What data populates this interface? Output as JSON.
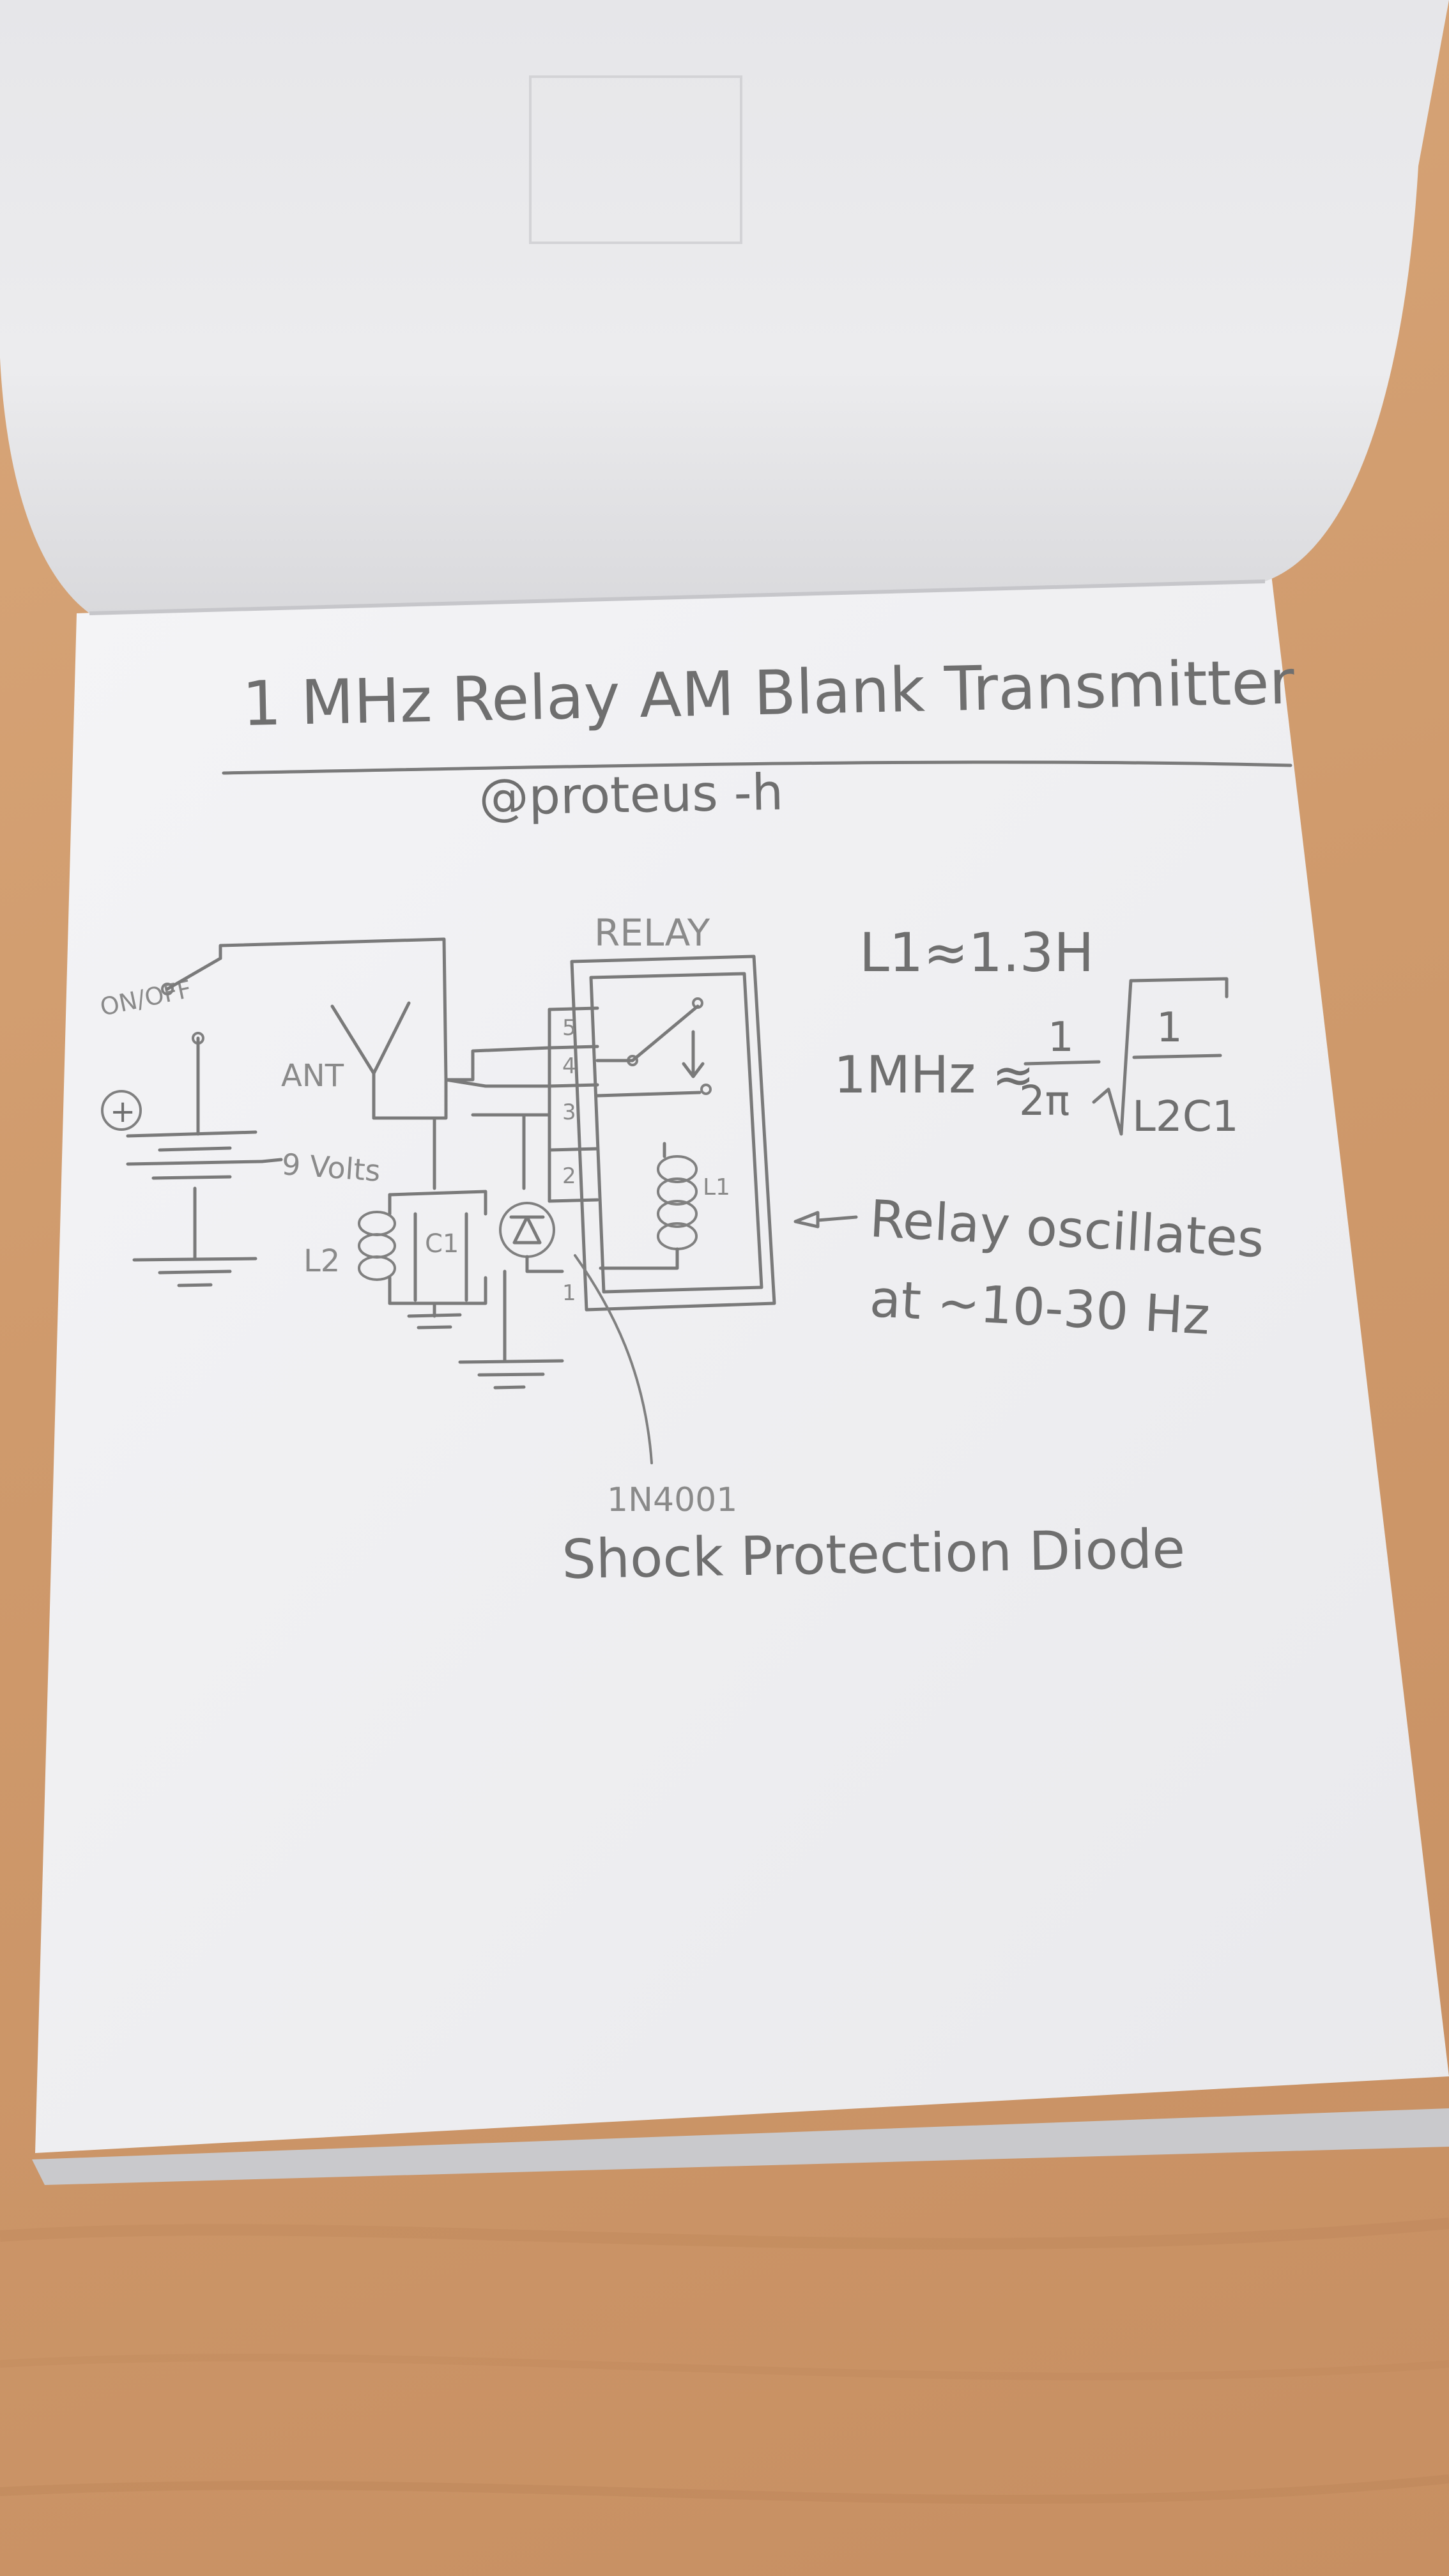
{
  "title": "1 MHz Relay AM Blank Transmitter",
  "author": "@proteus -h",
  "schematic": {
    "relay_label": "RELAY",
    "switch_label": "ON/OFF",
    "battery_sign": "+",
    "battery_voltage": "9 Volts",
    "antenna_label": "ANT",
    "inductor_2_label": "L2",
    "capacitor_1_label": "C1",
    "relay_coil_label": "L1",
    "relay_pins": [
      "5",
      "4",
      "3",
      "2",
      "1"
    ]
  },
  "notes": {
    "inductance": "L1≈1.3H",
    "formula_lhs": "1MHz ≈",
    "formula_num": "1",
    "formula_den": "2π",
    "formula_root_num": "1",
    "formula_root_den": "L2C1",
    "oscillation_line1": "Relay oscillates",
    "oscillation_line2": "at ~10-30 Hz",
    "diode_part": "1N4001",
    "diode_desc": "Shock Protection Diode"
  },
  "colors": {
    "desk": "#cf9a6c",
    "paper": "#f1f1f3",
    "pencil": "#6f6f6f"
  }
}
